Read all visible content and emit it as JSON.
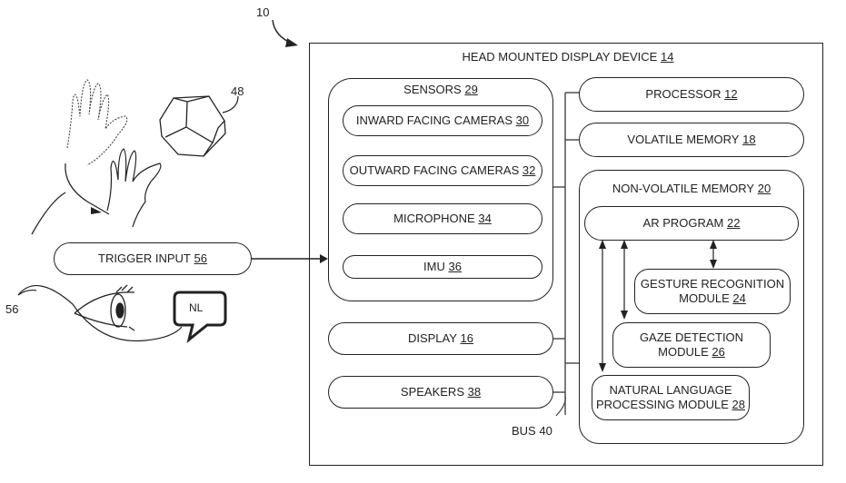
{
  "figure_ref": "10",
  "device": {
    "title": "HEAD MOUNTED DISPLAY DEVICE",
    "ref": "14"
  },
  "sensors": {
    "title": "SENSORS",
    "ref": "29",
    "items": [
      {
        "label": "INWARD FACING CAMERAS",
        "ref": "30"
      },
      {
        "label": "OUTWARD FACING CAMERAS",
        "ref": "32"
      },
      {
        "label": "MICROPHONE",
        "ref": "34"
      },
      {
        "label": "IMU",
        "ref": "36"
      }
    ]
  },
  "display": {
    "label": "DISPLAY",
    "ref": "16"
  },
  "speakers": {
    "label": "SPEAKERS",
    "ref": "38"
  },
  "bus": {
    "label": "BUS 40"
  },
  "processor": {
    "label": "PROCESSOR",
    "ref": "12"
  },
  "volatile_memory": {
    "label": "VOLATILE MEMORY",
    "ref": "18"
  },
  "non_volatile_memory": {
    "title": "NON-VOLATILE MEMORY",
    "ref": "20",
    "ar_program": {
      "label": "AR PROGRAM",
      "ref": "22"
    },
    "gesture": {
      "line1": "GESTURE RECOGNITION",
      "line2": "MODULE",
      "ref": "24"
    },
    "gaze": {
      "line1": "GAZE DETECTION",
      "line2": "MODULE",
      "ref": "26"
    },
    "nlp": {
      "line1": "NATURAL LANGUAGE",
      "line2": "PROCESSING MODULE",
      "ref": "28"
    }
  },
  "trigger_input": {
    "label": "TRIGGER INPUT",
    "ref": "56"
  },
  "object_ref": "48",
  "input_ref": "56",
  "speech_bubble": "NL"
}
